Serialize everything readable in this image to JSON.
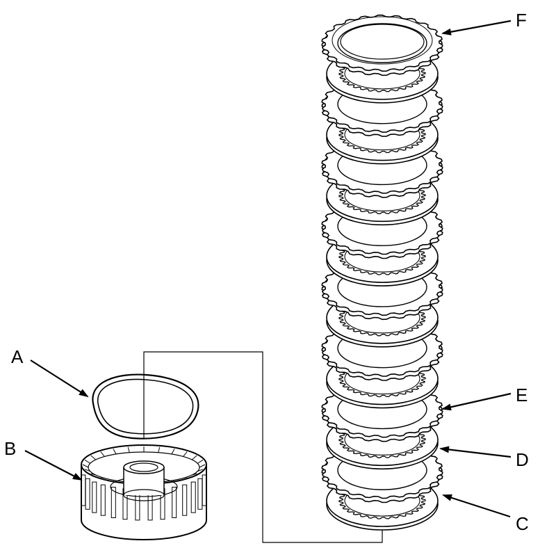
{
  "labels": {
    "a": "A",
    "b": "B",
    "c": "C",
    "d": "D",
    "e": "E",
    "f": "F"
  },
  "colors": {
    "line": "#000000",
    "background": "#ffffff",
    "fill": "#ffffff"
  },
  "stack": {
    "clutch_disc_count": 7,
    "clutch_plate_count": 8,
    "end_plate_count": 1
  }
}
